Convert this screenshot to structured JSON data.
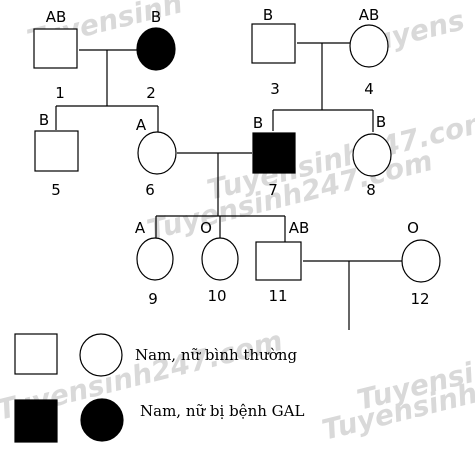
{
  "individuals": [
    {
      "id": "1",
      "blood_type": "AB",
      "sex": "male",
      "affected": false
    },
    {
      "id": "2",
      "blood_type": "B",
      "sex": "female",
      "affected": true
    },
    {
      "id": "3",
      "blood_type": "B",
      "sex": "male",
      "affected": false
    },
    {
      "id": "4",
      "blood_type": "AB",
      "sex": "female",
      "affected": false
    },
    {
      "id": "5",
      "blood_type": "B",
      "sex": "male",
      "affected": false
    },
    {
      "id": "6",
      "blood_type": "A",
      "sex": "female",
      "affected": false
    },
    {
      "id": "7",
      "blood_type": "B",
      "sex": "male",
      "affected": true
    },
    {
      "id": "8",
      "blood_type": "B",
      "sex": "female",
      "affected": false
    },
    {
      "id": "9",
      "blood_type": "A",
      "sex": "female",
      "affected": false
    },
    {
      "id": "10",
      "blood_type": "O",
      "sex": "female",
      "affected": false
    },
    {
      "id": "11",
      "blood_type": "AB",
      "sex": "male",
      "affected": false
    },
    {
      "id": "12",
      "blood_type": "O",
      "sex": "female",
      "affected": false
    }
  ],
  "legend": {
    "normal": "Nam, nữ bình thường",
    "affected": "Nam, nữ bị bệnh GAL"
  },
  "watermarks": [
    "Tuyensinh",
    "Tuyens",
    "Tuyensinh247.com",
    "Tuyensinh247.com",
    "Tuyensinh247.com",
    "Tuyensinh",
    "Tuyensinh"
  ],
  "colors": {
    "affected": "#000000",
    "healthy": "#ffffff",
    "watermark": "#d9d9d9"
  }
}
